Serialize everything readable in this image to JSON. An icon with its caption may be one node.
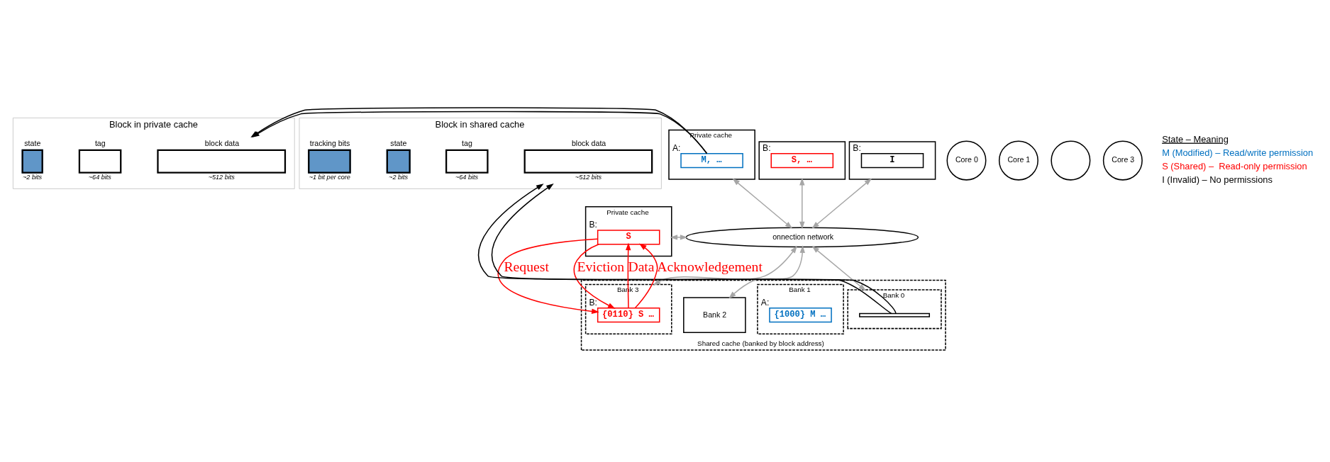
{
  "diagram": {
    "nodes": [
      {
        "text": [
          "Block in private cache"
        ]
      },
      {
        "text": [
          "state"
        ],
        "beside": [
          "~2 bits"
        ],
        "in": 0
      },
      {
        "text": [
          "tag"
        ],
        "beside": [
          "~64 bits"
        ],
        "in": 0
      },
      {
        "text": [
          "block data"
        ],
        "beside": [
          "~512 bits"
        ],
        "in": 0
      },
      {
        "text": [
          "Block in shared cache"
        ]
      },
      {
        "text": [
          "tracking bits"
        ],
        "beside": [
          "~1 bit per core"
        ],
        "in": 4
      },
      {
        "text": [
          "state"
        ],
        "beside": [
          "~2 bits"
        ],
        "in": 4
      },
      {
        "text": [
          "tag"
        ],
        "beside": [
          "~64 bits"
        ],
        "in": 4
      },
      {
        "text": [
          "block data"
        ],
        "beside": [
          "~512 bits"
        ],
        "in": 4
      },
      {
        "text": [
          "Core 0"
        ]
      },
      {
        "text": [
          "Core 1"
        ]
      },
      {
        "text": [],
        "shape": "circle"
      },
      {
        "text": [
          "Core 3"
        ]
      },
      {
        "text": [
          "Private cache"
        ]
      },
      {
        "text": [
          "M, …"
        ],
        "beside": [
          "A:"
        ],
        "in": 13
      },
      {
        "text": [
          "Private cache"
        ]
      },
      {
        "text": [
          "S"
        ],
        "beside": [
          "B:"
        ],
        "in": 15
      },
      {
        "text": [],
        "shape": "box"
      },
      {
        "text": [
          "S, …"
        ],
        "beside": [
          "B:"
        ],
        "in": 17
      },
      {
        "text": [],
        "shape": "box"
      },
      {
        "text": [
          "I"
        ],
        "beside": [
          "B:"
        ],
        "in": 19
      },
      {
        "text": [
          "onnection network"
        ]
      },
      {
        "text": [
          "Shared cache (banked by block address)"
        ]
      },
      {
        "text": [
          "Bank 0"
        ],
        "in": 22
      },
      {
        "text": [],
        "shape": "bar",
        "in": 23
      },
      {
        "text": [
          "Bank 1"
        ],
        "in": 22
      },
      {
        "text": [
          "{1000} M …"
        ],
        "beside": [
          "A:"
        ],
        "in": 25
      },
      {
        "text": [
          "Bank 2"
        ],
        "in": 22
      },
      {
        "text": [
          "Bank 3"
        ],
        "in": 22
      },
      {
        "text": [
          "{0110} S …"
        ],
        "beside": [
          "B:"
        ],
        "in": 28
      }
    ],
    "edges": [
      {
        "from": 14,
        "to": 3,
        "arrow": "to",
        "color": "#000000"
      },
      {
        "from": 14,
        "to": 3,
        "arrow": "to",
        "color": "#000000"
      },
      {
        "from": 24,
        "to": 8,
        "arrow": "to",
        "color": "#000000"
      },
      {
        "from": 24,
        "to": 8,
        "arrow": "to",
        "color": "#000000"
      },
      {
        "from": 13,
        "to": 21,
        "arrow": "both",
        "color": "#a6a6a6"
      },
      {
        "from": 15,
        "to": 21,
        "arrow": "both",
        "color": "#a6a6a6"
      },
      {
        "from": 17,
        "to": 21,
        "arrow": "both",
        "color": "#a6a6a6"
      },
      {
        "from": 19,
        "to": 21,
        "arrow": "both",
        "color": "#a6a6a6"
      },
      {
        "from": 21,
        "to": 23,
        "arrow": "both",
        "color": "#a6a6a6"
      },
      {
        "from": 21,
        "to": 27,
        "arrow": "both",
        "color": "#a6a6a6"
      },
      {
        "from": 21,
        "to": 28,
        "arrow": "both",
        "color": "#a6a6a6"
      },
      {
        "from": 16,
        "to": 29,
        "arrow": "to",
        "label": "Request",
        "color": "#ff0000"
      },
      {
        "from": 29,
        "to": 16,
        "arrow": "to",
        "label": "Data",
        "color": "#ff0000"
      },
      {
        "from": 16,
        "to": 29,
        "arrow": "to",
        "label": "Eviction",
        "color": "#ff0000"
      },
      {
        "from": 29,
        "to": 16,
        "arrow": "to",
        "label": "Acknowledgement",
        "color": "#ff0000"
      }
    ],
    "labels": [
      "State – Meaning",
      "M (Modified) – Read/write permission",
      "S (Shared) –  Read-only permission",
      "I (Invalid) – No permissions"
    ]
  }
}
